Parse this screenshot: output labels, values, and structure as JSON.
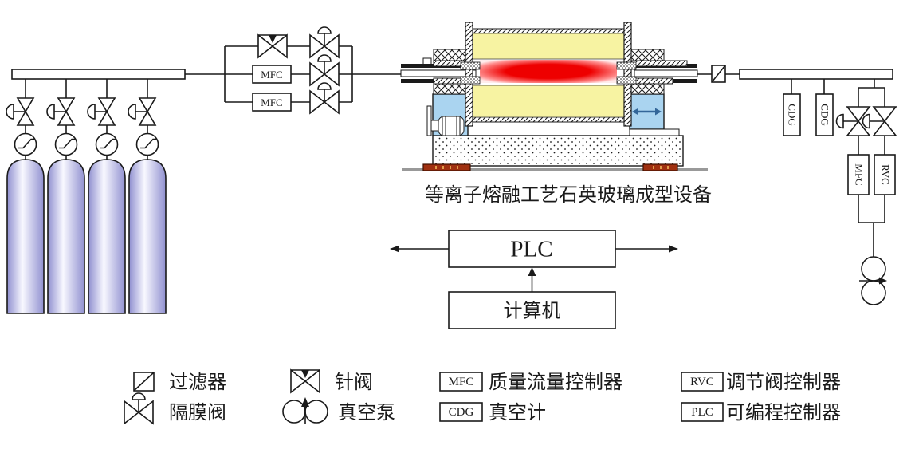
{
  "title": "等离子熔融工艺石英玻璃成型设备",
  "labels": {
    "mfc": "MFC",
    "cdg": "CDG",
    "rvc": "RVC",
    "plc": "PLC",
    "computer": "计算机"
  },
  "colors": {
    "insulation_yellow": "#f7f3a2",
    "melt_red": "#ee0000",
    "melt_fade": "#ffecec",
    "carriage_blue": "#aad4f0",
    "arrow_blue": "#336699",
    "cylinder_edge": "#9090d0",
    "cylinder_highlight": "#f8f8ff",
    "foot_brown": "#a03010",
    "ground_gray": "#999999"
  },
  "legend": [
    {
      "symbol": "filter",
      "label": "过滤器"
    },
    {
      "symbol": "diaphragm-valve",
      "label": "隔膜阀"
    },
    {
      "symbol": "needle-valve",
      "label": "针阀"
    },
    {
      "symbol": "vacuum-pump",
      "label": "真空泵"
    },
    {
      "symbol": "mfc-box",
      "abbr": "MFC",
      "label": "质量流量控制器"
    },
    {
      "symbol": "cdg-box",
      "abbr": "CDG",
      "label": "真空计"
    },
    {
      "symbol": "rvc-box",
      "abbr": "RVC",
      "label": "调节阀控制器"
    },
    {
      "symbol": "plc-box",
      "abbr": "PLC",
      "label": "可编程控制器"
    }
  ]
}
